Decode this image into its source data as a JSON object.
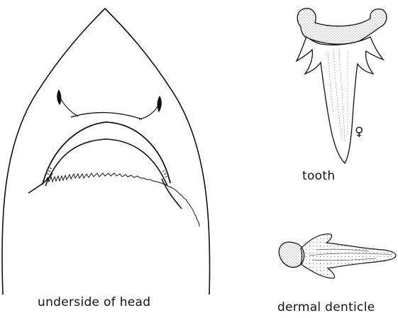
{
  "labels": {
    "head": "underside of head",
    "tooth": "tooth",
    "denticle": "dermal denticle"
  },
  "tooth_sex_symbol": "♀",
  "colors": {
    "line": "#111111",
    "stipple": "#333333",
    "background": "#ffffff"
  }
}
